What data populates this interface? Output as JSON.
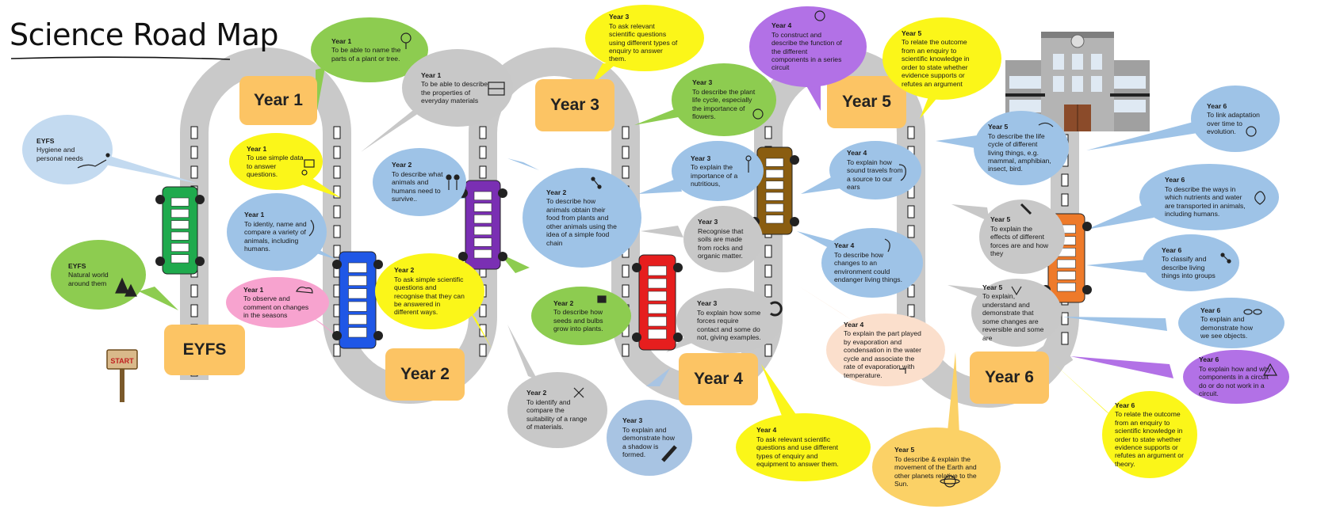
{
  "title": "Science Road Map",
  "colors": {
    "road": "#c9c9c9",
    "year_box": "#fcc464",
    "green": "#8dcc50",
    "blue": "#9ec3e7",
    "gray": "#c8c8c8",
    "yellow": "#fbf619",
    "purple": "#b271e6",
    "pink": "#f7a3cf",
    "peach": "#fbdfcc",
    "gold": "#fbd166"
  },
  "year_labels": {
    "eyfs": "EYFS",
    "year1": "Year 1",
    "year2": "Year 2",
    "year3": "Year 3",
    "year4": "Year 4",
    "year5": "Year 5",
    "year6": "Year 6"
  },
  "start_sign": "START",
  "vehicles": [
    "green-bus",
    "blue-bus",
    "purple-bus",
    "red-bus",
    "brown-bus",
    "orange-bus"
  ],
  "bubbles": {
    "eyfs_hygiene": {
      "heading": "EYFS",
      "text": "Hygiene and personal needs",
      "icon": "hand-wash-icon"
    },
    "eyfs_nature": {
      "heading": "EYFS",
      "text": "Natural world around them",
      "icon": "trees-icon"
    },
    "y1_plant": {
      "heading": "Year 1",
      "text": "To be able to name the parts of a plant or tree.",
      "icon": "tree-icon"
    },
    "y1_data": {
      "heading": "Year 1",
      "text": "To use simple data to answer questions.",
      "icon": "enquiry-icon"
    },
    "y1_animals": {
      "heading": "Year 1",
      "text": "To identiy, name and compare a variety of animals, including humans.",
      "icon": "animal-icon"
    },
    "y1_seasons": {
      "heading": "Year 1",
      "text": "To observe and comment on changes in the seasons",
      "icon": "cloud-rain-icon"
    },
    "y1_materials": {
      "heading": "Year 1",
      "text": "To be able to describe the properties of everyday materials",
      "icon": "bricks-icon"
    },
    "y2_animals_needs": {
      "heading": "Year 2",
      "text": "To describe what animals and humans need to survive..",
      "icon": "family-icon"
    },
    "y2_questions": {
      "heading": "Year 2",
      "text": "To ask simple scientific questions and recognise that they can be answered in different ways.",
      "icon": "enquiry-icon"
    },
    "y2_food_chain": {
      "heading": "Year 2",
      "text": "To describe how animals obtain their food from plants and other animals using the idea of a simple food chain",
      "icon": "food-chain-icon"
    },
    "y2_seeds": {
      "heading": "Year 2",
      "text": "To describe how seeds and bulbs grow into plants.",
      "icon": "watering-can-icon"
    },
    "y2_materials": {
      "heading": "Year 2",
      "text": "To identify and compare the suitability of a range of materials.",
      "icon": "tools-icon"
    },
    "y3_questions": {
      "heading": "Year 3",
      "text": "To ask relevant scientific questions using different types of enquiry to answer them.",
      "icon": "enquiry-icon"
    },
    "y3_plant_life": {
      "heading": "Year 3",
      "text": "To describe the plant life cycle, especially the importance of flowers.",
      "icon": "plant-cycle-icon"
    },
    "y3_nutrition": {
      "heading": "Year 3",
      "text": "To explain the importance of a nutritious,",
      "icon": "skeleton-icon"
    },
    "y3_soils": {
      "heading": "Year 3",
      "text": "Recognise that soils are made from rocks and organic matter.",
      "icon": ""
    },
    "y3_forces": {
      "heading": "Year 3",
      "text": "To explain how some forces require contact and some do not, giving examples.",
      "icon": "magnet-icon"
    },
    "y3_shadow": {
      "heading": "Year 3",
      "text": "To explain and demonstrate how a shadow is formed.",
      "icon": "torch-icon"
    },
    "y4_circuit": {
      "heading": "Year 4",
      "text": "To construct and describe the function of the different components in a series circuit",
      "icon": "light-bulb-icon"
    },
    "y4_sound": {
      "heading": "Year 4",
      "text": "To explain how sound travels from a source to our ears",
      "icon": "ear-icon"
    },
    "y4_environment": {
      "heading": "Year 4",
      "text": "To describe how changes to an environment could endanger living things.",
      "icon": "stomach-icon"
    },
    "y4_water_cycle": {
      "heading": "Year 4",
      "text": "To explain the part played by evaporation and condensation in the water cycle and associate the rate of evaporation with temperature.",
      "icon": "tap-icon"
    },
    "y4_questions": {
      "heading": "Year 4",
      "text": "To ask relevant scientific questions and use different types of enquiry and equipment to answer them.",
      "icon": "enquiry-icon"
    },
    "y5_outcome": {
      "heading": "Year 5",
      "text": "To relate the outcome from an enquiry to scientific knowledge in order to state whether evidence supports or refutes an argument",
      "icon": "enquiry-icon"
    },
    "y5_life_cycle": {
      "heading": "Year 5",
      "text": "To describe the life cycle of different living things, e.g. mammal, amphibian, insect, bird.",
      "icon": "chameleon-icon"
    },
    "y5_forces": {
      "heading": "Year 5",
      "text": "To explain the effects of different forces are and how they",
      "icon": "hammer-icon"
    },
    "y5_changes": {
      "heading": "Year 5",
      "text": "To explain, understand and demonstrate that some changes are reversible and some are",
      "icon": "ice-cream-icon"
    },
    "y5_earth": {
      "heading": "Year 5",
      "text": "To describe & explain the movement of the Earth and other planets relative to the Sun.",
      "icon": "planet-icon"
    },
    "y6_adaptation": {
      "heading": "Year 6",
      "text": "To link adaptation over time to evolution.",
      "icon": "virus-icon"
    },
    "y6_nutrients": {
      "heading": "Year 6",
      "text": "To describe the ways in which nutrients and water are transported in animals, including humans.",
      "icon": "heart-icon"
    },
    "y6_classify": {
      "heading": "Year 6",
      "text": "To classify and describe living things into groups",
      "icon": "network-icon"
    },
    "y6_light": {
      "heading": "Year 6",
      "text": "To explain and demonstrate how we see objects.",
      "icon": "eyes-icon"
    },
    "y6_circuit": {
      "heading": "Year 6",
      "text": "To explain how and why components in a circuit do or do not work in a circuit.",
      "icon": "electricity-icon"
    },
    "y6_outcome": {
      "heading": "Year 6",
      "text": "To relate the outcome from an enquiry to scientific knowledge in order to state whether evidence supports or refutes an argument or theory.",
      "icon": "enquiry-icon"
    }
  }
}
